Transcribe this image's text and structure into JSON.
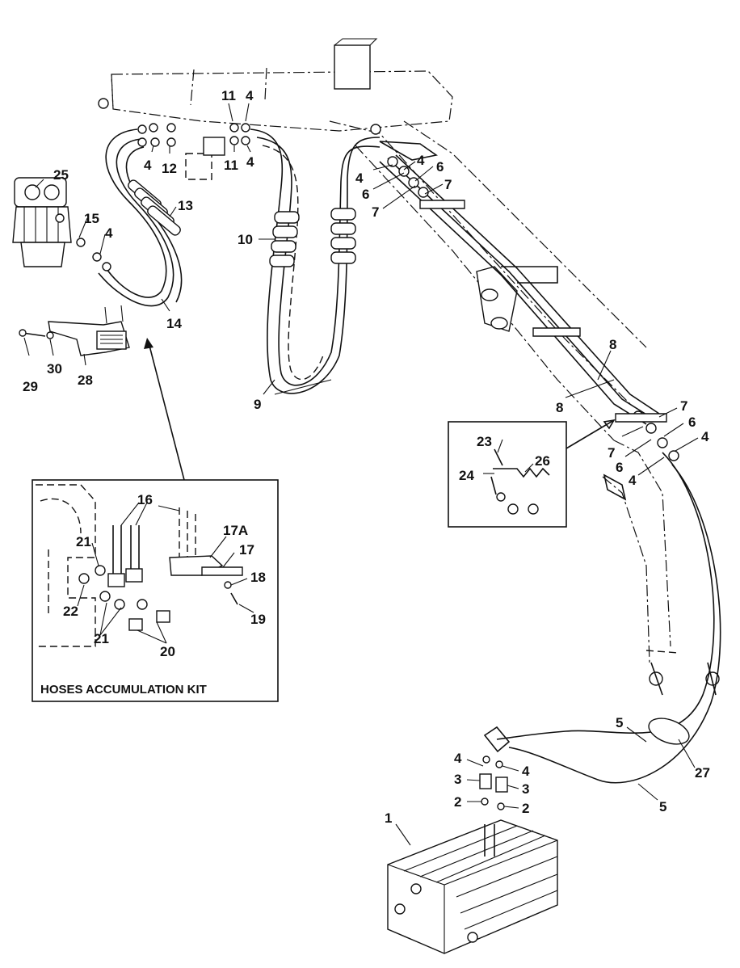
{
  "diagram": {
    "kit_caption": "HOSES ACCUMULATION  KIT",
    "callouts": {
      "c1": "1",
      "c2a": "2",
      "c2b": "2",
      "c3a": "3",
      "c3b": "3",
      "c4_top1": "4",
      "c4_top2": "4",
      "c4_top3": "4",
      "c4_left": "4",
      "c4_boom1": "4",
      "c4_boom2": "4",
      "c4_mid1": "4",
      "c4_mid2": "4",
      "c4_low1": "4",
      "c4_low2": "4",
      "c5a": "5",
      "c5b": "5",
      "c6a": "6",
      "c6b": "6",
      "c6c": "6",
      "c6d": "6",
      "c7a": "7",
      "c7b": "7",
      "c7c": "7",
      "c7d": "7",
      "c8a": "8",
      "c8b": "8",
      "c9": "9",
      "c10": "10",
      "c11a": "11",
      "c11b": "11",
      "c12": "12",
      "c13": "13",
      "c14": "14",
      "c15": "15",
      "c16": "16",
      "c17a": "17A",
      "c17": "17",
      "c18": "18",
      "c19": "19",
      "c20": "20",
      "c21a": "21",
      "c21b": "21",
      "c22": "22",
      "c23": "23",
      "c24": "24",
      "c25": "25",
      "c26": "26",
      "c27": "27",
      "c28": "28",
      "c29": "29",
      "c30": "30"
    }
  }
}
